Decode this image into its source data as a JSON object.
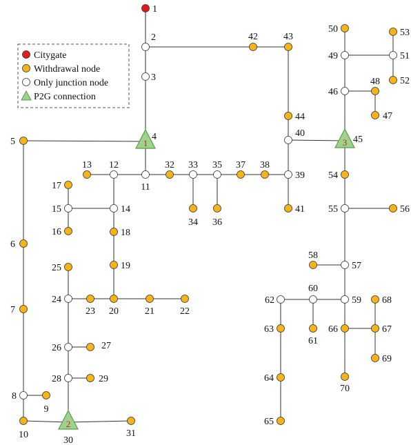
{
  "legend": {
    "items": [
      {
        "key": "citygate",
        "label": "Citygate",
        "color": "#e01b1b"
      },
      {
        "key": "withdrawal",
        "label": "Withdrawal node",
        "color": "#f4b41a"
      },
      {
        "key": "junction",
        "label": "Only junction node",
        "color": "#ffffff"
      },
      {
        "key": "p2g",
        "label": "P2G connection",
        "color": "#9fd38d"
      }
    ]
  },
  "node_colors": {
    "citygate": "#e01b1b",
    "withdrawal": "#f4b41a",
    "junction": "#ffffff",
    "p2g": "#9fd38d",
    "p2g_stroke": "#5a9a4a"
  },
  "nodes": [
    {
      "id": "1",
      "type": "citygate"
    },
    {
      "id": "2",
      "type": "junction"
    },
    {
      "id": "3",
      "type": "junction"
    },
    {
      "id": "4",
      "type": "p2g",
      "p2g_label": "1"
    },
    {
      "id": "5",
      "type": "withdrawal"
    },
    {
      "id": "6",
      "type": "withdrawal"
    },
    {
      "id": "7",
      "type": "withdrawal"
    },
    {
      "id": "8",
      "type": "junction"
    },
    {
      "id": "9",
      "type": "withdrawal"
    },
    {
      "id": "10",
      "type": "withdrawal"
    },
    {
      "id": "11",
      "type": "junction"
    },
    {
      "id": "12",
      "type": "junction"
    },
    {
      "id": "13",
      "type": "withdrawal"
    },
    {
      "id": "14",
      "type": "junction"
    },
    {
      "id": "15",
      "type": "junction"
    },
    {
      "id": "16",
      "type": "withdrawal"
    },
    {
      "id": "17",
      "type": "withdrawal"
    },
    {
      "id": "18",
      "type": "withdrawal"
    },
    {
      "id": "19",
      "type": "withdrawal"
    },
    {
      "id": "20",
      "type": "withdrawal"
    },
    {
      "id": "21",
      "type": "withdrawal"
    },
    {
      "id": "22",
      "type": "withdrawal"
    },
    {
      "id": "23",
      "type": "withdrawal"
    },
    {
      "id": "24",
      "type": "junction"
    },
    {
      "id": "25",
      "type": "withdrawal"
    },
    {
      "id": "26",
      "type": "junction"
    },
    {
      "id": "27",
      "type": "withdrawal"
    },
    {
      "id": "28",
      "type": "junction"
    },
    {
      "id": "29",
      "type": "withdrawal"
    },
    {
      "id": "30",
      "type": "p2g",
      "p2g_label": "2"
    },
    {
      "id": "31",
      "type": "withdrawal"
    },
    {
      "id": "32",
      "type": "withdrawal"
    },
    {
      "id": "33",
      "type": "junction"
    },
    {
      "id": "34",
      "type": "withdrawal"
    },
    {
      "id": "35",
      "type": "junction"
    },
    {
      "id": "36",
      "type": "withdrawal"
    },
    {
      "id": "37",
      "type": "withdrawal"
    },
    {
      "id": "38",
      "type": "withdrawal"
    },
    {
      "id": "39",
      "type": "junction"
    },
    {
      "id": "40",
      "type": "junction"
    },
    {
      "id": "41",
      "type": "withdrawal"
    },
    {
      "id": "42",
      "type": "withdrawal"
    },
    {
      "id": "43",
      "type": "withdrawal"
    },
    {
      "id": "44",
      "type": "withdrawal"
    },
    {
      "id": "45",
      "type": "p2g",
      "p2g_label": "3"
    },
    {
      "id": "46",
      "type": "junction"
    },
    {
      "id": "47",
      "type": "withdrawal"
    },
    {
      "id": "48",
      "type": "withdrawal"
    },
    {
      "id": "49",
      "type": "junction"
    },
    {
      "id": "50",
      "type": "withdrawal"
    },
    {
      "id": "51",
      "type": "junction"
    },
    {
      "id": "52",
      "type": "withdrawal"
    },
    {
      "id": "53",
      "type": "withdrawal"
    },
    {
      "id": "54",
      "type": "withdrawal"
    },
    {
      "id": "55",
      "type": "junction"
    },
    {
      "id": "56",
      "type": "withdrawal"
    },
    {
      "id": "57",
      "type": "junction"
    },
    {
      "id": "58",
      "type": "withdrawal"
    },
    {
      "id": "59",
      "type": "junction"
    },
    {
      "id": "60",
      "type": "junction"
    },
    {
      "id": "61",
      "type": "withdrawal"
    },
    {
      "id": "62",
      "type": "junction"
    },
    {
      "id": "63",
      "type": "withdrawal"
    },
    {
      "id": "64",
      "type": "withdrawal"
    },
    {
      "id": "65",
      "type": "withdrawal"
    },
    {
      "id": "66",
      "type": "withdrawal"
    },
    {
      "id": "67",
      "type": "withdrawal"
    },
    {
      "id": "68",
      "type": "withdrawal"
    },
    {
      "id": "69",
      "type": "withdrawal"
    },
    {
      "id": "70",
      "type": "withdrawal"
    }
  ],
  "edges": [
    [
      "1",
      "2"
    ],
    [
      "2",
      "3"
    ],
    [
      "3",
      "4"
    ],
    [
      "2",
      "42"
    ],
    [
      "42",
      "43"
    ],
    [
      "43",
      "44"
    ],
    [
      "44",
      "40"
    ],
    [
      "40",
      "39"
    ],
    [
      "40",
      "45"
    ],
    [
      "4",
      "5"
    ],
    [
      "5",
      "6"
    ],
    [
      "6",
      "7"
    ],
    [
      "7",
      "8"
    ],
    [
      "8",
      "9"
    ],
    [
      "8",
      "10"
    ],
    [
      "10",
      "30"
    ],
    [
      "30",
      "31"
    ],
    [
      "4",
      "11"
    ],
    [
      "11",
      "12"
    ],
    [
      "12",
      "13"
    ],
    [
      "12",
      "14"
    ],
    [
      "14",
      "15"
    ],
    [
      "15",
      "17"
    ],
    [
      "15",
      "16"
    ],
    [
      "14",
      "18"
    ],
    [
      "18",
      "19"
    ],
    [
      "19",
      "20"
    ],
    [
      "20",
      "21"
    ],
    [
      "21",
      "22"
    ],
    [
      "20",
      "23"
    ],
    [
      "23",
      "24"
    ],
    [
      "24",
      "25"
    ],
    [
      "24",
      "26"
    ],
    [
      "26",
      "27"
    ],
    [
      "26",
      "28"
    ],
    [
      "28",
      "29"
    ],
    [
      "28",
      "30"
    ],
    [
      "11",
      "32"
    ],
    [
      "32",
      "33"
    ],
    [
      "33",
      "34"
    ],
    [
      "33",
      "35"
    ],
    [
      "35",
      "36"
    ],
    [
      "35",
      "37"
    ],
    [
      "37",
      "38"
    ],
    [
      "38",
      "39"
    ],
    [
      "39",
      "41"
    ],
    [
      "45",
      "46"
    ],
    [
      "46",
      "48"
    ],
    [
      "48",
      "47"
    ],
    [
      "46",
      "49"
    ],
    [
      "49",
      "50"
    ],
    [
      "49",
      "51"
    ],
    [
      "51",
      "53"
    ],
    [
      "51",
      "52"
    ],
    [
      "45",
      "54"
    ],
    [
      "54",
      "55"
    ],
    [
      "55",
      "56"
    ],
    [
      "55",
      "57"
    ],
    [
      "57",
      "58"
    ],
    [
      "57",
      "59"
    ],
    [
      "59",
      "60"
    ],
    [
      "60",
      "61"
    ],
    [
      "60",
      "62"
    ],
    [
      "62",
      "63"
    ],
    [
      "63",
      "64"
    ],
    [
      "64",
      "65"
    ],
    [
      "59",
      "66"
    ],
    [
      "66",
      "67"
    ],
    [
      "67",
      "68"
    ],
    [
      "67",
      "69"
    ],
    [
      "66",
      "70"
    ]
  ]
}
